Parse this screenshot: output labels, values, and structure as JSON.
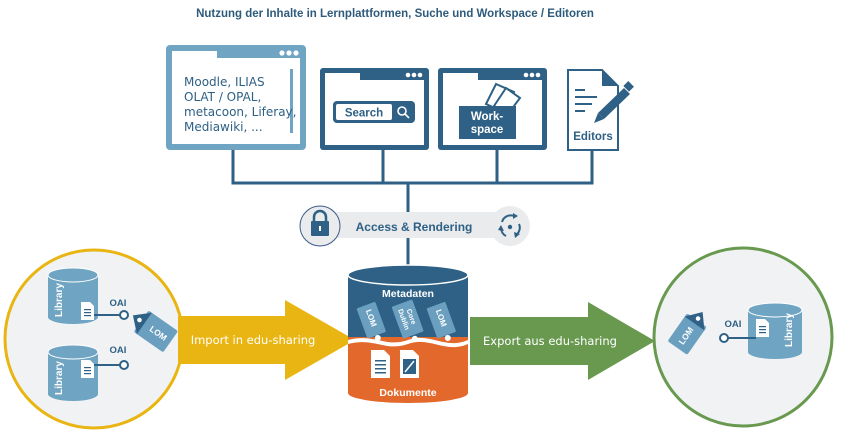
{
  "title": "Nutzung der Inhalte in Lernplattformen, Suche und Workspace / Editoren",
  "platforms_window": {
    "lines": [
      "Moodle, ILIAS",
      "OLAT / OPAL,",
      "metacoon, Liferay,",
      "Mediawiki, ..."
    ]
  },
  "search_window": {
    "label": "Search",
    "icon": "magnifier-icon"
  },
  "workspace_window": {
    "line1": "Work-",
    "line2": "space",
    "icon": "folder-icon"
  },
  "editors": {
    "label": "Editors",
    "icon": "pencil-document-icon"
  },
  "access_bar": {
    "label": "Access & Rendering",
    "left_icon": "lock-icon",
    "right_icon": "refresh-icon"
  },
  "repository": {
    "top_label": "Metadaten",
    "bottom_label": "Dokumente",
    "tags": [
      "LOM",
      "Dublin Core",
      "LOM"
    ],
    "dublin_lines": [
      "Dublin",
      "Core"
    ]
  },
  "import_arrow": {
    "label": "Import in edu-sharing"
  },
  "export_arrow": {
    "label": "Export aus edu-sharing"
  },
  "left_circle": {
    "libraries": [
      {
        "label": "Library",
        "connector": "OAI"
      },
      {
        "label": "Library",
        "connector": "OAI"
      }
    ],
    "tag": "LOM"
  },
  "right_circle": {
    "library": {
      "label": "Library",
      "connector": "OAI"
    },
    "tag": "LOM"
  },
  "colors": {
    "dark_blue": "#2e6185",
    "light_blue": "#6fa4c2",
    "tag_blue": "#6a9fc0",
    "orange": "#e2692b",
    "yellow": "#e9b512",
    "green": "#68994f",
    "circle_bg": "#f0f2f4",
    "grey": "#e9ebed"
  }
}
